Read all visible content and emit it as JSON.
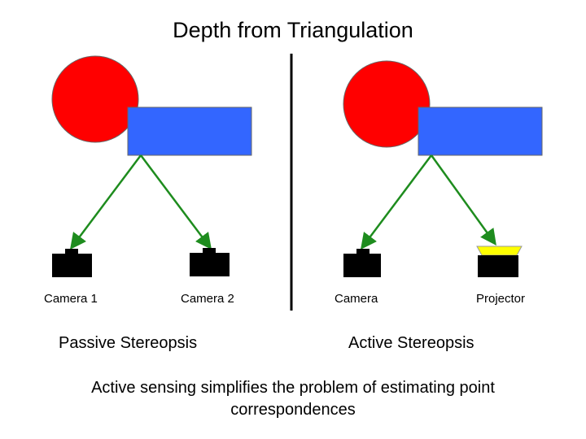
{
  "title": "Depth from Triangulation",
  "left_panel": {
    "device_labels": [
      "Camera 1",
      "Camera 2"
    ],
    "subtitle": "Passive Stereopsis"
  },
  "right_panel": {
    "device_labels": [
      "Camera",
      "Projector"
    ],
    "subtitle": "Active Stereopsis"
  },
  "caption": "Active sensing simplifies the problem of estimating point correspondences",
  "colors": {
    "circle": "#ff0000",
    "rectangle": "#3366ff",
    "arrow": "#1e8c1e",
    "device": "#000000",
    "projector_lens": "#ffff00",
    "divider": "#000000"
  }
}
